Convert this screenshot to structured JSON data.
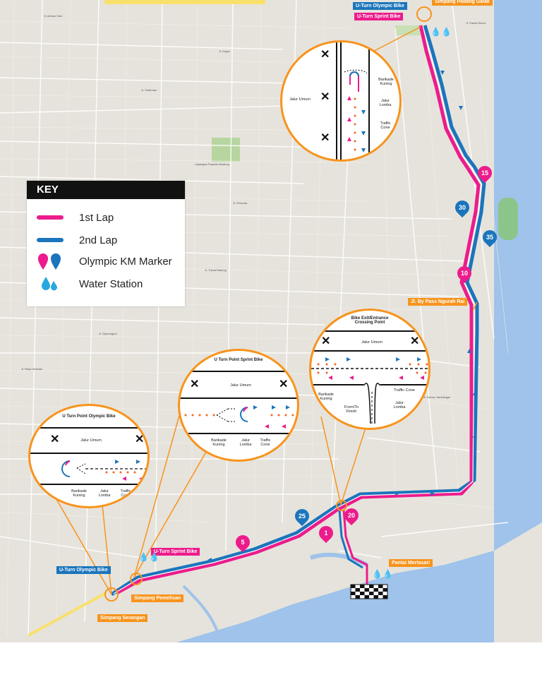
{
  "legend": {
    "title": "KEY",
    "items": [
      {
        "label": "1st Lap",
        "color": "#ec1c8c",
        "icon": "pink-line"
      },
      {
        "label": "2nd Lap",
        "color": "#1b75bc",
        "icon": "blue-line"
      },
      {
        "label": "Olympic KM Marker",
        "icon": "km-marker-icon"
      },
      {
        "label": "Water Station",
        "icon": "water-drop-icon"
      }
    ]
  },
  "labels": {
    "uturn_olympic_top": "U-Turn Olympic Bike",
    "uturn_sprint_top": "U-Turn Sprint Bike",
    "simpang_padang": "Simpang Padang Galak",
    "bypass": "Jl. By Pass Ngurah Rai",
    "uturn_sprint_bottom": "U-Turn Sprint Bike",
    "uturn_olympic_bottom": "U-Turn Olympic Bike",
    "simpang_pemelisan": "Simpang Pemelisan",
    "simpang_serangan": "Simpang Serangan",
    "pantai": "Pantai Mertasari"
  },
  "km_markers": [
    {
      "label": "15",
      "color": "pink"
    },
    {
      "label": "30",
      "color": "blue"
    },
    {
      "label": "35",
      "color": "blue"
    },
    {
      "label": "10",
      "color": "pink"
    },
    {
      "label": "25",
      "color": "blue"
    },
    {
      "label": "20",
      "color": "pink"
    },
    {
      "label": "1",
      "color": "pink"
    },
    {
      "label": "5",
      "color": "pink"
    }
  ],
  "insets": {
    "top": {
      "jalur_umum": "Jalur Umum",
      "barikade": "Barikade Kuning",
      "jalur_lomba": "Jalur Lomba",
      "traffic_cone": "Traffic Cone"
    },
    "olympic": {
      "title": "U Turn Point Olympic Bike",
      "jalur_umum": "Jalur Umum",
      "barikade": "Barikade Kuning",
      "jalur_lomba": "Jalur Lomba",
      "traffic_cone": "Traffic Cone"
    },
    "sprint": {
      "title": "U Turn Point Sprint Bike",
      "jalur_umum": "Jalur Umum",
      "barikade": "Barikade Kuning",
      "jalur_lomba": "Jalur Lomba",
      "traffic_cone": "Traffic Cone"
    },
    "exit": {
      "title": "Bike Exit/Entrance Crossing Point",
      "jalur_umum": "Jalur Umum",
      "barikade": "Barikade Kuning",
      "from_to": "From/To Finish",
      "traffic_cone": "Traffic Cone",
      "jalur_lomba": "Jalur Lomba"
    }
  },
  "colors": {
    "lap1": "#ec1c8c",
    "lap2": "#1b75bc",
    "accent": "#f7941d",
    "water": "#29a8e0"
  }
}
